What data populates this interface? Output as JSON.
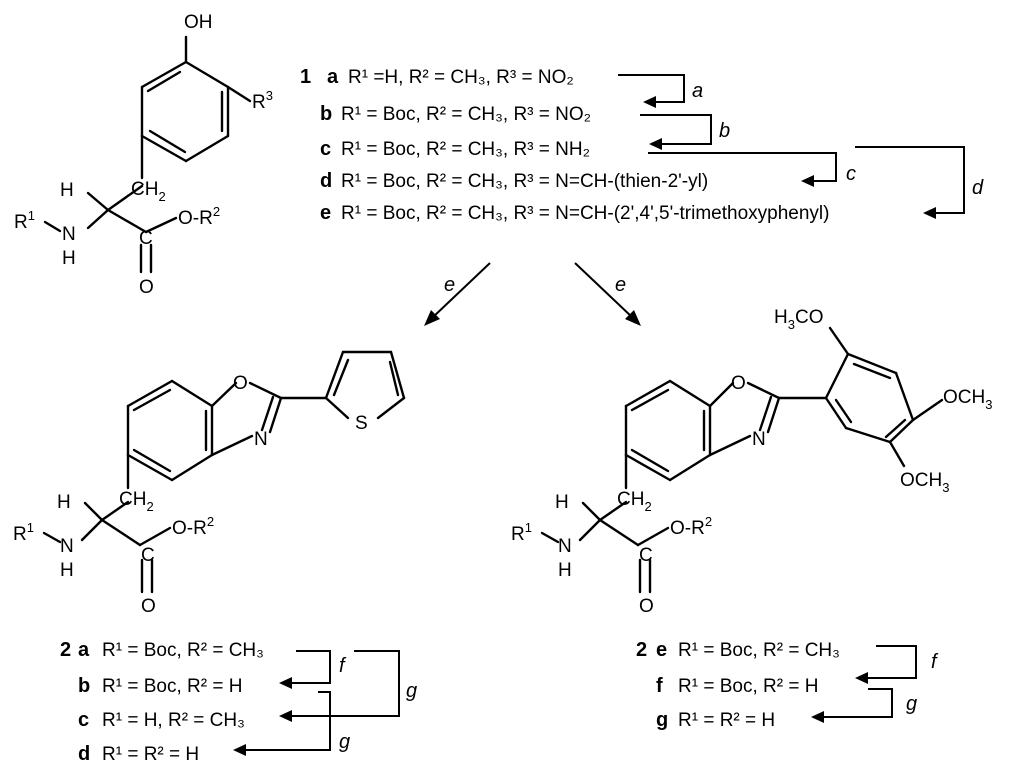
{
  "structure_top": {
    "OH": "OH",
    "R3": "R",
    "R3_sup": "3",
    "H": "H",
    "CH2": "CH",
    "CH2_sub": "2",
    "R1": "R",
    "R1_sup": "1",
    "NH_N": "N",
    "NH_H": "H",
    "O_R2": "O-R",
    "R2_sup": "2",
    "C": "C",
    "O": "O"
  },
  "compound1": {
    "label": "1",
    "rows": [
      {
        "letter": "a",
        "text": "R¹ =H, R² = CH₃, R³ = NO₂"
      },
      {
        "letter": "b",
        "text": "R¹ = Boc, R² = CH₃, R³ = NO₂"
      },
      {
        "letter": "c",
        "text": "R¹ = Boc, R² = CH₃, R³ = NH₂"
      },
      {
        "letter": "d",
        "text": "R¹ = Boc, R² = CH₃, R³ = N=CH-(thien-2'-yl)"
      },
      {
        "letter": "e",
        "text": "R¹ = Boc, R² = CH₃, R³ = N=CH-(2',4',5'-trimethoxyphenyl)"
      }
    ],
    "arrow_labels": [
      "a",
      "b",
      "c",
      "d"
    ]
  },
  "main_arrows": [
    "e",
    "e"
  ],
  "structure_left": {
    "O": "O",
    "N": "N",
    "S": "S",
    "H": "H",
    "CH2": "CH",
    "CH2_sub": "2",
    "R1": "R",
    "R1_sup": "1",
    "NH_N": "N",
    "NH_H": "H",
    "O_R2": "O-R",
    "R2_sup": "2",
    "C": "C",
    "O2": "O"
  },
  "structure_right": {
    "O": "O",
    "N": "N",
    "H3CO": "H",
    "H3CO_sub": "3",
    "H3CO_tail": "CO",
    "OCH3_a": "OCH",
    "OCH3_a_sub": "3",
    "OCH3_b": "OCH",
    "OCH3_b_sub": "3",
    "H": "H",
    "CH2": "CH",
    "CH2_sub": "2",
    "R1": "R",
    "R1_sup": "1",
    "NH_N": "N",
    "NH_H": "H",
    "O_R2": "O-R",
    "R2_sup": "2",
    "C": "C",
    "O2": "O"
  },
  "compound2_left": {
    "label": "2",
    "rows": [
      {
        "letter": "a",
        "text": "R¹ = Boc, R² = CH₃"
      },
      {
        "letter": "b",
        "text": "R¹ = Boc, R² = H"
      },
      {
        "letter": "c",
        "text": "R¹ = H, R² = CH₃"
      },
      {
        "letter": "d",
        "text": "R¹ = R² = H"
      }
    ],
    "arrow_labels": [
      "f",
      "g",
      "g"
    ]
  },
  "compound2_right": {
    "label": "2",
    "rows": [
      {
        "letter": "e",
        "text": "R¹ = Boc, R² = CH₃"
      },
      {
        "letter": "f",
        "text": "R¹ = Boc, R² = H"
      },
      {
        "letter": "g",
        "text": "R¹ = R² = H"
      }
    ],
    "arrow_labels": [
      "f",
      "g"
    ]
  }
}
